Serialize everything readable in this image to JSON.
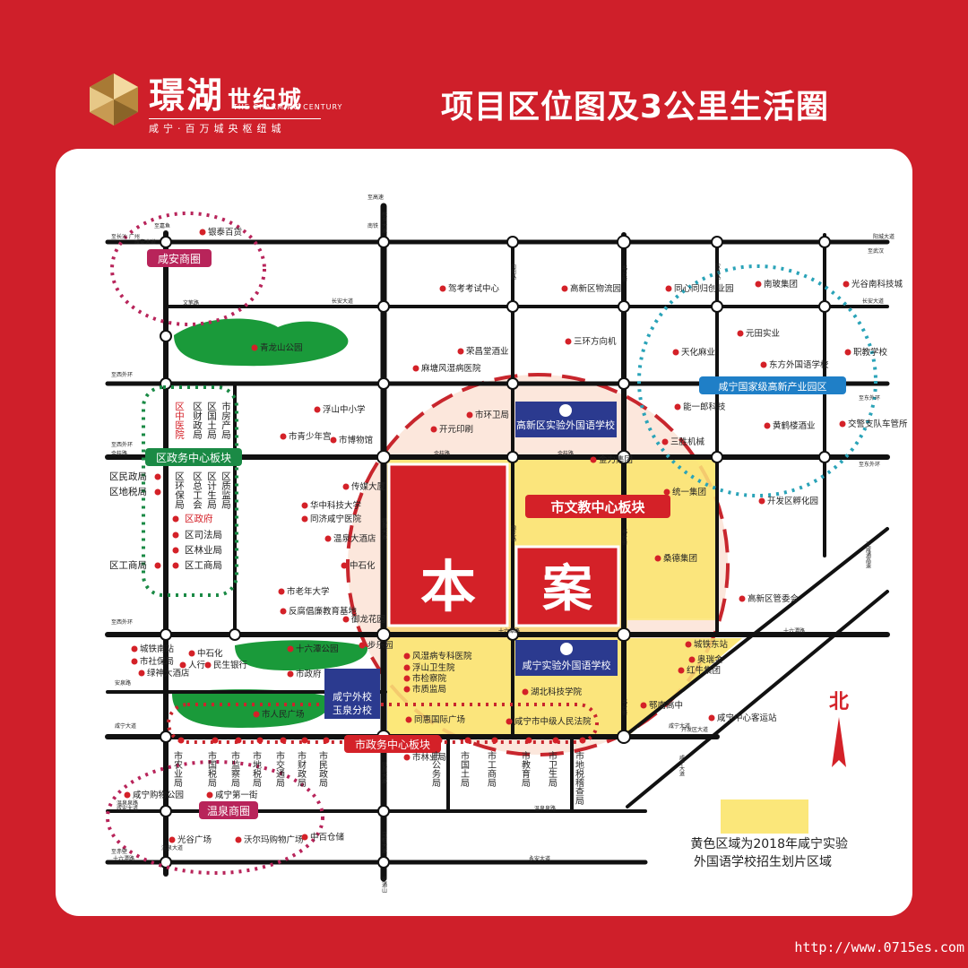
{
  "header": {
    "brand_name": "璟湖",
    "brand_suffix": "世纪城",
    "brand_en": "THE CHARMING CENTURY",
    "brand_slogan": "咸宁·百万城央枢纽城",
    "title": "项目区位图及3公里生活圈"
  },
  "watermark": "http://www.0715es.com",
  "colors": {
    "background": "#cf1f2a",
    "road": "#111111",
    "yellow_zone": "#fbe77a",
    "project_block": "#d42128",
    "park": "#1a9a3a",
    "school_badge": "#2b3a8f",
    "district_green": "#1a8a45",
    "magenta_circle": "#b8245a",
    "teal_circle": "#2aa3b8",
    "blue_label": "#1f7fc7"
  },
  "project": {
    "char1": "本",
    "char2": "案"
  },
  "zones": {
    "xianan_shangquan": "咸安商圈",
    "wenquan_shangquan": "温泉商圈",
    "qu_zhengwu": "区政务中心板块",
    "shi_wenjiao": "市文教中心板块",
    "gaoxin_park": "咸宁国家级高新产业园区",
    "shi_zhengwu": "市政务中心板块"
  },
  "schools": {
    "gaoxin_school": "高新区实验外国语学校",
    "xianning_school": "咸宁实验外国语学校",
    "waixiao_line1": "咸宁外校",
    "waixiao_line2": "玉泉分校"
  },
  "places": [
    {
      "name": "银泰百货"
    },
    {
      "name": "驾考考试中心"
    },
    {
      "name": "高新区物流园"
    },
    {
      "name": "同心同归创业园"
    },
    {
      "name": "南玻集团"
    },
    {
      "name": "光谷南科技城"
    },
    {
      "name": "荣昌堂酒业"
    },
    {
      "name": "三环方向机"
    },
    {
      "name": "麻塘风湿病医院"
    },
    {
      "name": "天化麻业"
    },
    {
      "name": "元田实业"
    },
    {
      "name": "东方外国语学校"
    },
    {
      "name": "职教学校"
    },
    {
      "name": "青龙山公园"
    },
    {
      "name": "浮山中小学"
    },
    {
      "name": "市环卫局"
    },
    {
      "name": "开元印刷"
    },
    {
      "name": "能一郎科技"
    },
    {
      "name": "黄鹤楼酒业"
    },
    {
      "name": "交警支队车管所"
    },
    {
      "name": "市青少年宫"
    },
    {
      "name": "市博物馆"
    },
    {
      "name": "三胜机械"
    },
    {
      "name": "金力集团"
    },
    {
      "name": "统一集团"
    },
    {
      "name": "开发区孵化园"
    },
    {
      "name": "华中科技大学"
    },
    {
      "name": "同济咸宁医院"
    },
    {
      "name": "传媒大厦"
    },
    {
      "name": "温泉大酒店"
    },
    {
      "name": "中石化"
    },
    {
      "name": "桑德集团"
    },
    {
      "name": "市老年大学"
    },
    {
      "name": "反腐倡廉教育基地"
    },
    {
      "name": "御龙花园"
    },
    {
      "name": "高新区管委会"
    },
    {
      "name": "城铁南站"
    },
    {
      "name": "市社保局"
    },
    {
      "name": "绿神大酒店"
    },
    {
      "name": "中石化"
    },
    {
      "name": "人行"
    },
    {
      "name": "民生银行"
    },
    {
      "name": "十六潭公园"
    },
    {
      "name": "步乐园"
    },
    {
      "name": "市政府"
    },
    {
      "name": "风湿病专科医院"
    },
    {
      "name": "浮山卫生院"
    },
    {
      "name": "市检察院"
    },
    {
      "name": "市质监局"
    },
    {
      "name": "湖北科技学院"
    },
    {
      "name": "城铁东站"
    },
    {
      "name": "奥瑞金"
    },
    {
      "name": "红牛集团"
    },
    {
      "name": "鄂南高中"
    },
    {
      "name": "咸宁中心客运站"
    },
    {
      "name": "市人民广场"
    },
    {
      "name": "同惠国际广场"
    },
    {
      "name": "咸宁市中级人民法院"
    },
    {
      "name": "市林业局"
    },
    {
      "name": "咸宁购物公园"
    },
    {
      "name": "咸宁第一街"
    },
    {
      "name": "光谷广场"
    },
    {
      "name": "沃尔玛购物广场"
    },
    {
      "name": "中百仓储"
    }
  ],
  "district_offices": {
    "col1": [
      "区中医院"
    ],
    "col2": [
      "区财政局"
    ],
    "col3": [
      "区国土局"
    ],
    "col4": [
      "市房产局"
    ],
    "lower_col1": [
      "区环保局"
    ],
    "lower_col2": [
      "区总工会"
    ],
    "lower_col3": [
      "区计生局"
    ],
    "lower_col4": [
      "区质监局"
    ],
    "left": [
      "区民政局",
      "区地税局",
      "区工商局"
    ],
    "center": [
      "区政府",
      "区司法局",
      "区林业局",
      "区工商局"
    ]
  },
  "city_offices": [
    "市农业局",
    "市国税局",
    "市监察局",
    "市地税局",
    "市交通局",
    "市财政局",
    "市民政局",
    "市公务局",
    "市国土局",
    "市工商局",
    "市教育局",
    "市卫生局",
    "市地税稽查局"
  ],
  "roads": {
    "top_left1": "至嘉鱼",
    "top_left2": "至长沙 广州",
    "top_left3": "咸安大道",
    "top1": "至高速",
    "top2": "南铁",
    "top3": "桂乡大道",
    "wenbi": "文笔路",
    "changan": "长安大道",
    "chang2": "长安大道",
    "xiangyang": "向阳路",
    "shuangquan": "双泉路",
    "nanhai": "至西外环",
    "jinhe": "金桂路",
    "jinhe2": "金桂路",
    "jinhe3": "金桂路",
    "yinquan": "银泉大道",
    "jinlong": "锦龙路",
    "shutai": "书台街",
    "shutai2": "书台街",
    "shutai3": "书台街",
    "wuhan": "至武汉",
    "dongwaihuan": "至东外环",
    "dongwaihuan2": "至东外环",
    "xiwaihuan2": "至西外环",
    "xiwaihuan3": "至西外环",
    "shiliu": "十六潭路",
    "shiliu2": "十六潭路",
    "anquan": "安泉路",
    "xianning": "咸宁大道",
    "xianning2": "咸宁大道",
    "yinquan2": "银泉大道",
    "xianan2": "咸安大道",
    "mabai": "马柏大道",
    "wenquanquan": "温泉泉路",
    "wenquanquan2": "温泉泉路",
    "shiliu3": "十六潭路",
    "zhitonglu": "至通山",
    "zhichibi": "至赤壁",
    "yongan": "永安大道",
    "chuanyuan": "至咸通高速",
    "yangcheng": "阳城大道",
    "qiyeyuan": "开发区大道",
    "xianning3": "咸宁大道",
    "wenquan3": "温泉大道"
  },
  "legend": {
    "line1": "黄色区域为2018年咸宁实验",
    "line2": "外国语学校招生划片区域"
  },
  "north": "北"
}
